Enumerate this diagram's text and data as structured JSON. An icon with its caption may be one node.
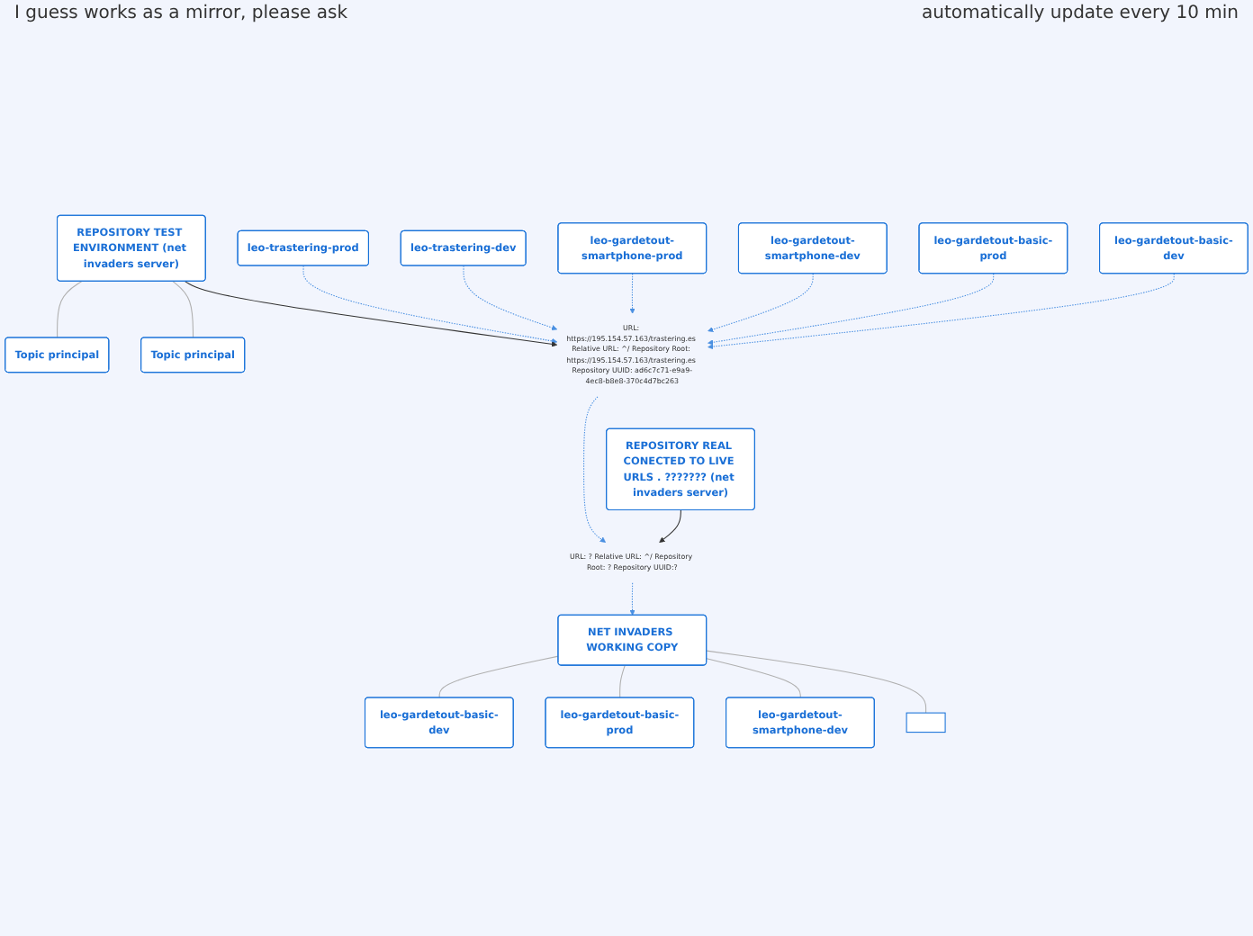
{
  "diagram": {
    "nodes": [
      {
        "text": [
          "leo-gardetout-basic-dev"
        ]
      },
      {
        "text": [
          "leo-gardetout-basic-prod"
        ]
      },
      {
        "text": [
          "leo-gardetout-smartphone-dev"
        ]
      },
      {
        "text": [
          "leo-gardetout-smartphone-prod"
        ]
      },
      {
        "text": [
          "leo-trastering-dev"
        ]
      },
      {
        "text": [
          "leo-trastering-prod"
        ]
      },
      {
        "text": [
          "REPOSITORY TEST ENVIRONMENT (net invaders server)"
        ]
      },
      {
        "text": [
          "Topic principal"
        ]
      },
      {
        "text": [
          "Topic principal"
        ]
      },
      {
        "text": [
          "REPOSITORY REAL CONECTED TO LIVE URLS . ??????? (net invaders server)"
        ]
      },
      {
        "text": [
          "URL: https://195.154.57.163/trastering.es Relative URL: ^/ Repository Root: https://195.154.57.163/trastering.es Repository UUID: ad6c7c71-e9a9-4ec8-b8e8-370c4d7bc263"
        ]
      },
      {
        "text": [
          "URL: ? Relative URL: ^/ Repository Root: ? Repository UUID:?"
        ]
      },
      {
        "text": [
          "NET INVADERS WORKING COPY"
        ]
      },
      {
        "text": [
          "leo-gardetout-basic-dev"
        ]
      },
      {
        "text": [
          "leo-gardetout-basic-prod"
        ]
      },
      {
        "text": [
          "leo-gardetout-smartphone-dev"
        ]
      },
      {
        "text": [],
        "shape": "box"
      }
    ],
    "edges": [
      {
        "from": 0,
        "to": 10,
        "arrow": "to",
        "style": "dashed"
      },
      {
        "from": 1,
        "to": 10,
        "arrow": "to",
        "style": "dashed"
      },
      {
        "from": 2,
        "to": 10,
        "arrow": "to",
        "style": "dashed"
      },
      {
        "from": 3,
        "to": 10,
        "arrow": "to",
        "style": "dashed"
      },
      {
        "from": 4,
        "to": 10,
        "arrow": "to",
        "style": "dashed"
      },
      {
        "from": 5,
        "to": 10,
        "arrow": "to",
        "style": "dashed"
      },
      {
        "from": 6,
        "to": 10,
        "arrow": "to",
        "color": "#333333"
      },
      {
        "from": 6,
        "to": 7,
        "arrow": "none",
        "color": "#b0b0b0"
      },
      {
        "from": 6,
        "to": 8,
        "arrow": "none",
        "color": "#b0b0b0"
      },
      {
        "from": 9,
        "to": 11,
        "arrow": "to",
        "color": "#333333"
      },
      {
        "from": 10,
        "to": 11,
        "arrow": "to",
        "style": "dashed"
      },
      {
        "from": 11,
        "to": 12,
        "arrow": "to",
        "style": "dashed"
      },
      {
        "from": 12,
        "to": 13,
        "arrow": "none",
        "color": "#b0b0b0"
      },
      {
        "from": 12,
        "to": 14,
        "arrow": "none",
        "color": "#b0b0b0"
      },
      {
        "from": 12,
        "to": 15,
        "arrow": "none",
        "color": "#b0b0b0"
      },
      {
        "from": 12,
        "to": 16,
        "arrow": "none",
        "color": "#b0b0b0"
      }
    ],
    "labels": [
      "I guess works as a mirror, please ask",
      "automatically update every 10 min"
    ]
  }
}
